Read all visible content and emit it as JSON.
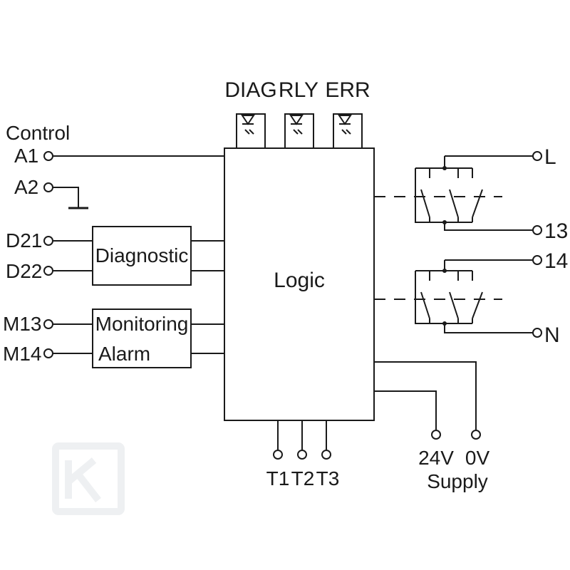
{
  "leds": {
    "diag": "DIAG",
    "rly": "RLY",
    "err": "ERR"
  },
  "inputs": {
    "control_title": "Control",
    "a1": "A1",
    "a2": "A2",
    "d21": "D21",
    "d22": "D22",
    "m13": "M13",
    "m14": "M14"
  },
  "blocks": {
    "logic": "Logic",
    "diagnostic": "Diagnostic",
    "monitoring": "Monitoring",
    "alarm": "Alarm"
  },
  "outputs": {
    "l": "L",
    "t13": "13",
    "t14": "14",
    "n": "N"
  },
  "bottom": {
    "t1": "T1",
    "t2": "T2",
    "t3": "T3"
  },
  "supply": {
    "v24": "24V",
    "v0": "0V",
    "label": "Supply"
  }
}
